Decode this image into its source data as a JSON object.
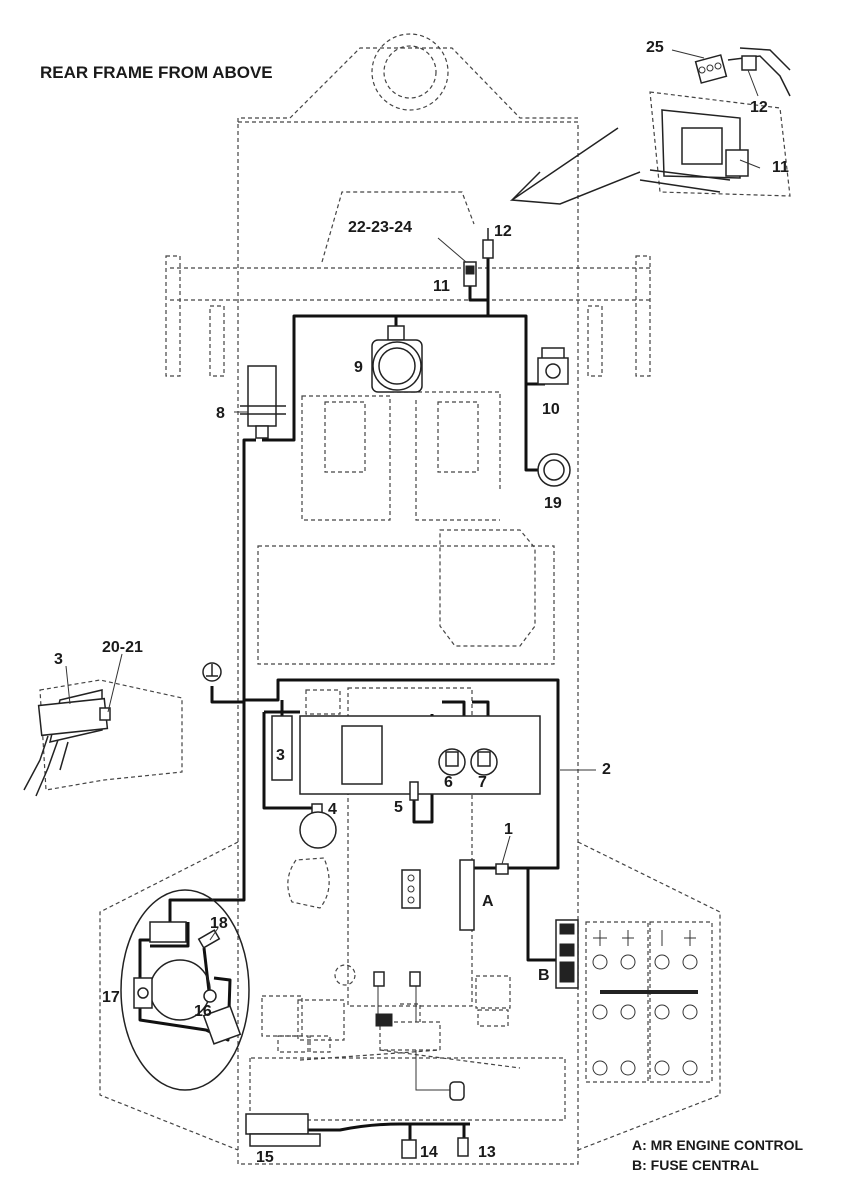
{
  "title": "REAR FRAME FROM ABOVE",
  "labels": {
    "l1": "1",
    "l2": "2",
    "l3a": "3",
    "l3b": "3",
    "l4": "4",
    "l5": "5",
    "l6": "6",
    "l7": "7",
    "l8": "8",
    "l9": "9",
    "l10": "10",
    "l11a": "11",
    "l11b": "11",
    "l12a": "12",
    "l12b": "12",
    "l13": "13",
    "l14": "14",
    "l15": "15",
    "l16": "16",
    "l17": "17",
    "l18": "18",
    "l19": "19",
    "l2021": "20-21",
    "l222324": "22-23-24",
    "l25": "25",
    "lA": "A",
    "lB": "B"
  },
  "legend": {
    "a": "A: MR ENGINE CONTROL",
    "b": "B: FUSE CENTRAL"
  }
}
